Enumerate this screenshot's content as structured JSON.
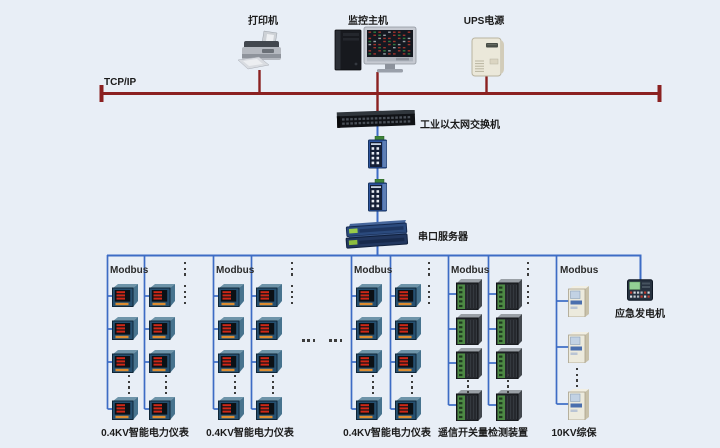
{
  "colors": {
    "background": "#e8eef6",
    "tcp_line": "#8b2121",
    "data_line": "#3d6cc5"
  },
  "top": {
    "tcp_label": "TCP/IP",
    "printer_label": "打印机",
    "host_label": "监控主机",
    "ups_label": "UPS电源"
  },
  "middle": {
    "ethernet_switch_label": "工业以太网交换机",
    "serial_server_label": "串口服务器"
  },
  "groups": [
    {
      "bus_label": "Modbus",
      "device_type": "power-meter",
      "bottom_label": "0.4KV智能电力仪表"
    },
    {
      "bus_label": "Modbus",
      "device_type": "power-meter",
      "bottom_label": "0.4KV智能电力仪表"
    },
    {
      "bus_label": "Modbus",
      "device_type": "power-meter",
      "bottom_label": "0.4KV智能电力仪表"
    },
    {
      "bus_label": "Modbus",
      "device_type": "io-detection-module",
      "bottom_label": "遥信开关量检测装置"
    },
    {
      "bus_label": "Modbus",
      "device_type": "protection-relay",
      "bottom_label": "10KV综保"
    }
  ],
  "right": {
    "generator_label": "应急发电机"
  }
}
